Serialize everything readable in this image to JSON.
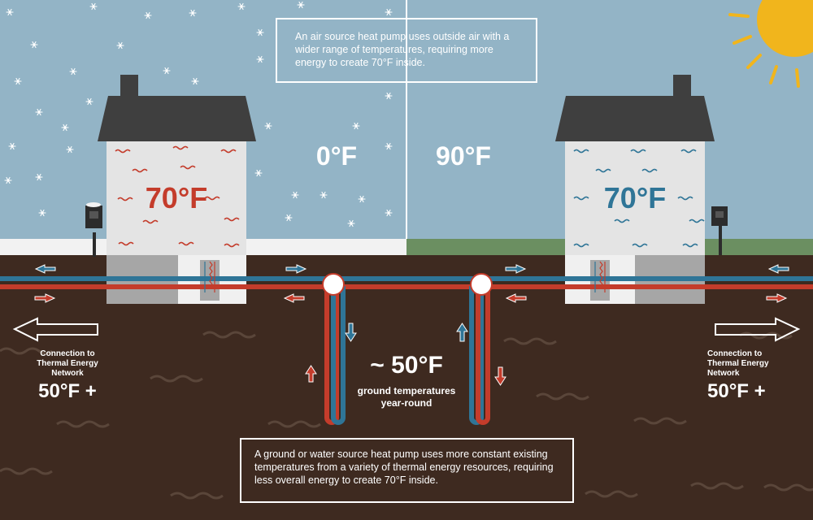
{
  "colors": {
    "sky": "#93b4c6",
    "ground": "#3e2a20",
    "snow": "#f2f2f2",
    "grass": "#6b8f61",
    "roof": "#3f3f3f",
    "house_wall": "#e4e4e4",
    "foundation": "#a6a6a6",
    "hot": "#c43c2b",
    "cold": "#2f7597",
    "sun": "#f1b51c",
    "white": "#ffffff"
  },
  "top_note": "An air source heat pump uses outside air with a wider range of temperatures, requiring more energy to create 70°F inside.",
  "outdoor_cold_temp": "0°F",
  "outdoor_hot_temp": "90°F",
  "left_house": {
    "indoor_temp": "70°F",
    "indoor_color": "#c43c2b"
  },
  "right_house": {
    "indoor_temp": "70°F",
    "indoor_color": "#2f7597"
  },
  "ground_temp": "~ 50°F",
  "ground_caption": "ground temperatures year-round",
  "left_network": {
    "label": "Connection to Thermal Energy Network",
    "temp": "50°F +"
  },
  "right_network": {
    "label": "Connection to Thermal Energy Network",
    "temp": "50°F +"
  },
  "bottom_note": "A ground or water source heat pump uses more constant existing temperatures from a variety of thermal energy resources, requiring less overall energy to create 70°F inside.",
  "icons": [
    "snowflake-icon",
    "sun-icon",
    "arrow-icon",
    "heat-wave-icon",
    "cool-wave-icon",
    "thermostat-icon"
  ]
}
